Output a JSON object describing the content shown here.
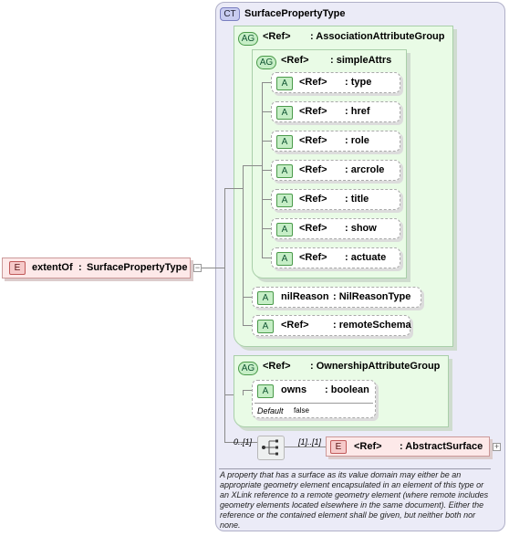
{
  "root_element": {
    "badge": "E",
    "name": "extentOf",
    "sep": ":",
    "type": "SurfacePropertyType"
  },
  "complex_type": {
    "badge": "CT",
    "name": "SurfacePropertyType",
    "documentation": "A property that has a surface as its value domain may either be an appropriate geometry element encapsulated in an element of this type or an XLink reference to a remote geometry element (where remote includes geometry elements located elsewhere in the same document). Either the reference or the contained element shall be given, but neither both nor none."
  },
  "association_group": {
    "badge": "AG",
    "ref": "<Ref>",
    "name": ": AssociationAttributeGroup",
    "simple_attrs": {
      "badge": "AG",
      "ref": "<Ref>",
      "name": ": simpleAttrs",
      "attributes": [
        {
          "badge": "A",
          "ref": "<Ref>",
          "name": ": type"
        },
        {
          "badge": "A",
          "ref": "<Ref>",
          "name": ": href"
        },
        {
          "badge": "A",
          "ref": "<Ref>",
          "name": ": role"
        },
        {
          "badge": "A",
          "ref": "<Ref>",
          "name": ": arcrole"
        },
        {
          "badge": "A",
          "ref": "<Ref>",
          "name": ": title"
        },
        {
          "badge": "A",
          "ref": "<Ref>",
          "name": ": show"
        },
        {
          "badge": "A",
          "ref": "<Ref>",
          "name": ": actuate"
        }
      ]
    },
    "nil_reason": {
      "badge": "A",
      "name": "nilReason",
      "type": ": NilReasonType"
    },
    "remote_schema": {
      "badge": "A",
      "ref": "<Ref>",
      "name": ": remoteSchema"
    }
  },
  "ownership_group": {
    "badge": "AG",
    "ref": "<Ref>",
    "name": ": OwnershipAttributeGroup",
    "owns": {
      "badge": "A",
      "name": "owns",
      "type": ": boolean",
      "default_label": "Default",
      "default_value": "false"
    }
  },
  "sequence": {
    "cardinality_outer": "0..[1]",
    "cardinality_inner": "[1]..[1]",
    "element": {
      "badge": "E",
      "ref": "<Ref>",
      "name": ": AbstractSurface"
    }
  },
  "icons": {
    "expand": "plus-icon",
    "collapse": "minus-icon",
    "sequence": "sequence-icon"
  },
  "colors": {
    "complex_type_bg": "#ebebf7",
    "attribute_group_bg": "#e9fbe6",
    "element_bg": "#fde9e9"
  }
}
